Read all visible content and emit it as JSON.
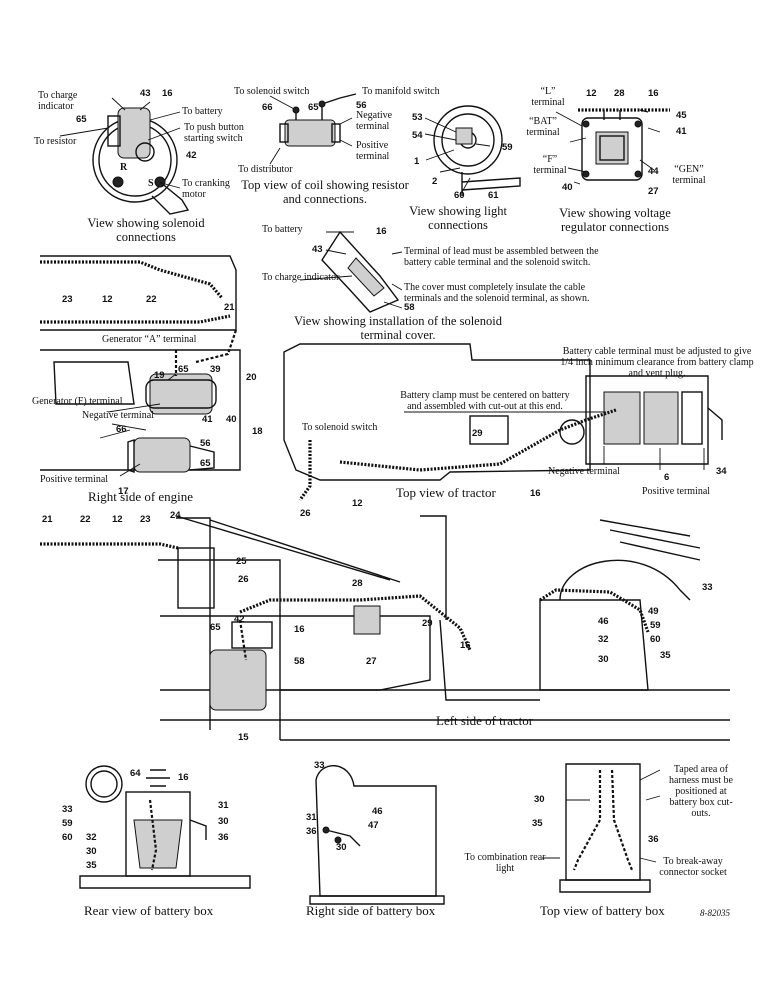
{
  "solenoid_view": {
    "caption": "View showing solenoid connections",
    "labels": {
      "to_charge_indicator": "To charge indicator",
      "to_battery": "To battery",
      "to_resistor": "To resistor",
      "to_push_button": "To push button starting switch",
      "to_cranking_motor": "To cranking motor",
      "R": "R",
      "S": "S"
    },
    "refs": [
      "43",
      "16",
      "65",
      "42"
    ]
  },
  "coil_view": {
    "caption": "Top view of coil showing resistor and connections.",
    "labels": {
      "to_solenoid_switch": "To solenoid switch",
      "to_manifold_switch": "To manifold switch",
      "negative_terminal": "Negative terminal",
      "positive_terminal": "Positive terminal",
      "to_distributor": "To distributor"
    },
    "refs": [
      "66",
      "65",
      "56"
    ]
  },
  "light_view": {
    "caption": "View showing light connections",
    "refs": [
      "53",
      "54",
      "1",
      "2",
      "59",
      "60",
      "61"
    ]
  },
  "regulator_view": {
    "caption": "View showing voltage regulator connections",
    "labels": {
      "l_terminal": "“L” terminal",
      "bat_terminal": "“BAT” terminal",
      "f_terminal": "“F” terminal",
      "gen_terminal": "“GEN” terminal"
    },
    "refs": [
      "12",
      "28",
      "16",
      "45",
      "41",
      "44",
      "40",
      "27"
    ]
  },
  "cover_view": {
    "caption": "View showing installation of the solenoid terminal cover.",
    "labels": {
      "to_battery": "To battery",
      "to_charge_indicator": "To charge indicator",
      "note_terminal": "Terminal of lead must be assembled between the battery cable terminal and the solenoid switch.",
      "note_cover": "The cover must completely insulate the cable terminals and the solenoid terminal, as shown."
    },
    "refs": [
      "16",
      "43",
      "58"
    ]
  },
  "engine_view": {
    "caption": "Right side of engine",
    "labels": {
      "generator_a": "Generator “A” terminal",
      "generator_f": "Generator (F) terminal",
      "negative_terminal": "Negative terminal",
      "positive_terminal": "Positive terminal"
    },
    "refs": [
      "23",
      "12",
      "22",
      "21",
      "19",
      "65",
      "39",
      "20",
      "41",
      "40",
      "18",
      "66",
      "56",
      "65",
      "17"
    ]
  },
  "top_tractor_view": {
    "caption": "Top view of tractor",
    "labels": {
      "to_solenoid_switch": "To solenoid switch",
      "battery_cable_note": "Battery cable terminal must be adjusted to give 1/4 inch minimum clearance from battery clamp and vent plug.",
      "battery_clamp_note": "Battery clamp must be centered on battery and assembled with cut-out at this end.",
      "negative_terminal": "Negative terminal",
      "positive_terminal": "Positive terminal"
    },
    "refs": [
      "29",
      "26",
      "12",
      "16",
      "6",
      "34"
    ]
  },
  "left_side_view": {
    "caption": "Left side of tractor",
    "refs": [
      "21",
      "22",
      "12",
      "23",
      "24",
      "25",
      "26",
      "28",
      "29",
      "65",
      "42",
      "16",
      "58",
      "27",
      "16",
      "15",
      "33",
      "46",
      "49",
      "59",
      "32",
      "60",
      "30",
      "35"
    ]
  },
  "rear_box_view": {
    "caption": "Rear view of battery box",
    "refs": [
      "64",
      "16",
      "33",
      "59",
      "60",
      "32",
      "30",
      "35",
      "31",
      "30",
      "36"
    ]
  },
  "right_box_view": {
    "caption": "Right side of battery box",
    "refs": [
      "33",
      "31",
      "46",
      "36",
      "47",
      "30"
    ]
  },
  "top_box_view": {
    "caption": "Top view of battery box",
    "labels": {
      "taped_note": "Taped area of harness must be positioned at battery box cut-outs.",
      "to_combination": "To combination rear light",
      "to_breakaway": "To break-away connector socket"
    },
    "refs": [
      "30",
      "35",
      "36"
    ]
  },
  "figure_id": "8-82035"
}
